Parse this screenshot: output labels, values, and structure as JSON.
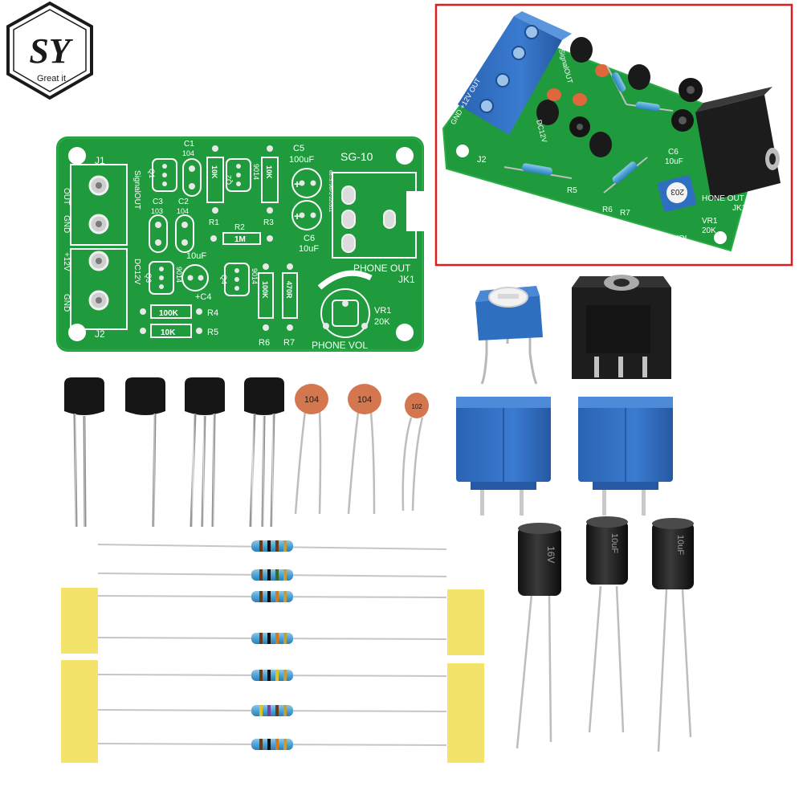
{
  "logo": {
    "letters": "SY",
    "tagline": "Great it"
  },
  "pcb": {
    "board_name": "SG-10",
    "j1": "J1",
    "j2": "J2",
    "out": "OUT",
    "gnd": "GND",
    "plus12v": "+12V",
    "gnd2": "GND",
    "signal_out": "SignalOUT",
    "dc12v": "DC12V",
    "c1": "C1",
    "c1_val": "104",
    "c2": "C2",
    "c2_val": "104",
    "c3": "C3",
    "c3_val": "103",
    "c4": "+C4",
    "c4_val": "10uF",
    "c5": "C5",
    "c5_val": "100uF",
    "c6": "C6",
    "c6_val": "10uF",
    "q1": "Q1",
    "q2": "Q2",
    "q3": "Q3",
    "q4": "Q4",
    "q_val": "9014",
    "r1": "R1",
    "r1_val": "10K",
    "r2": "R2",
    "r2_val": "1M",
    "r3": "R3",
    "r3_val": "10K",
    "r4": "R4",
    "r4_val": "100K",
    "r5": "R5",
    "r5_val": "10K",
    "r6": "R6",
    "r6_val": "100K",
    "r7": "R7",
    "r7_val": "470R",
    "serial": "6675796P2-220511",
    "vr1": "VR1",
    "vr1_val": "20K",
    "phone_vol": "PHONE VOL",
    "phone_out": "PHONE OUT",
    "jk1": "JK1"
  },
  "inset": {
    "border_color": "#d81e1e",
    "j2": "J2",
    "r5": "R5",
    "r6": "R6",
    "r7": "R7",
    "c6": "C6",
    "c6_val": "10uF",
    "trimmer_code": "203",
    "vr1": "VR1",
    "vr1_val": "20K",
    "phone_vol": "PHONE VOL",
    "phone_out": "HONE OUT",
    "jk1": "JK1",
    "signal_out": "SignalOUT",
    "dc12v": "DC12V",
    "gnd_v": "GND +12V OUT"
  },
  "parts": {
    "ceramic_caps": [
      "104",
      "104",
      "102"
    ],
    "electrolytic_caps": [
      "16V",
      "10uF",
      "10uF"
    ]
  },
  "colors": {
    "pcb_green": "#1f9a3c",
    "terminal_blue": "#2f6fc0",
    "tape_yellow": "#f4e36b"
  }
}
